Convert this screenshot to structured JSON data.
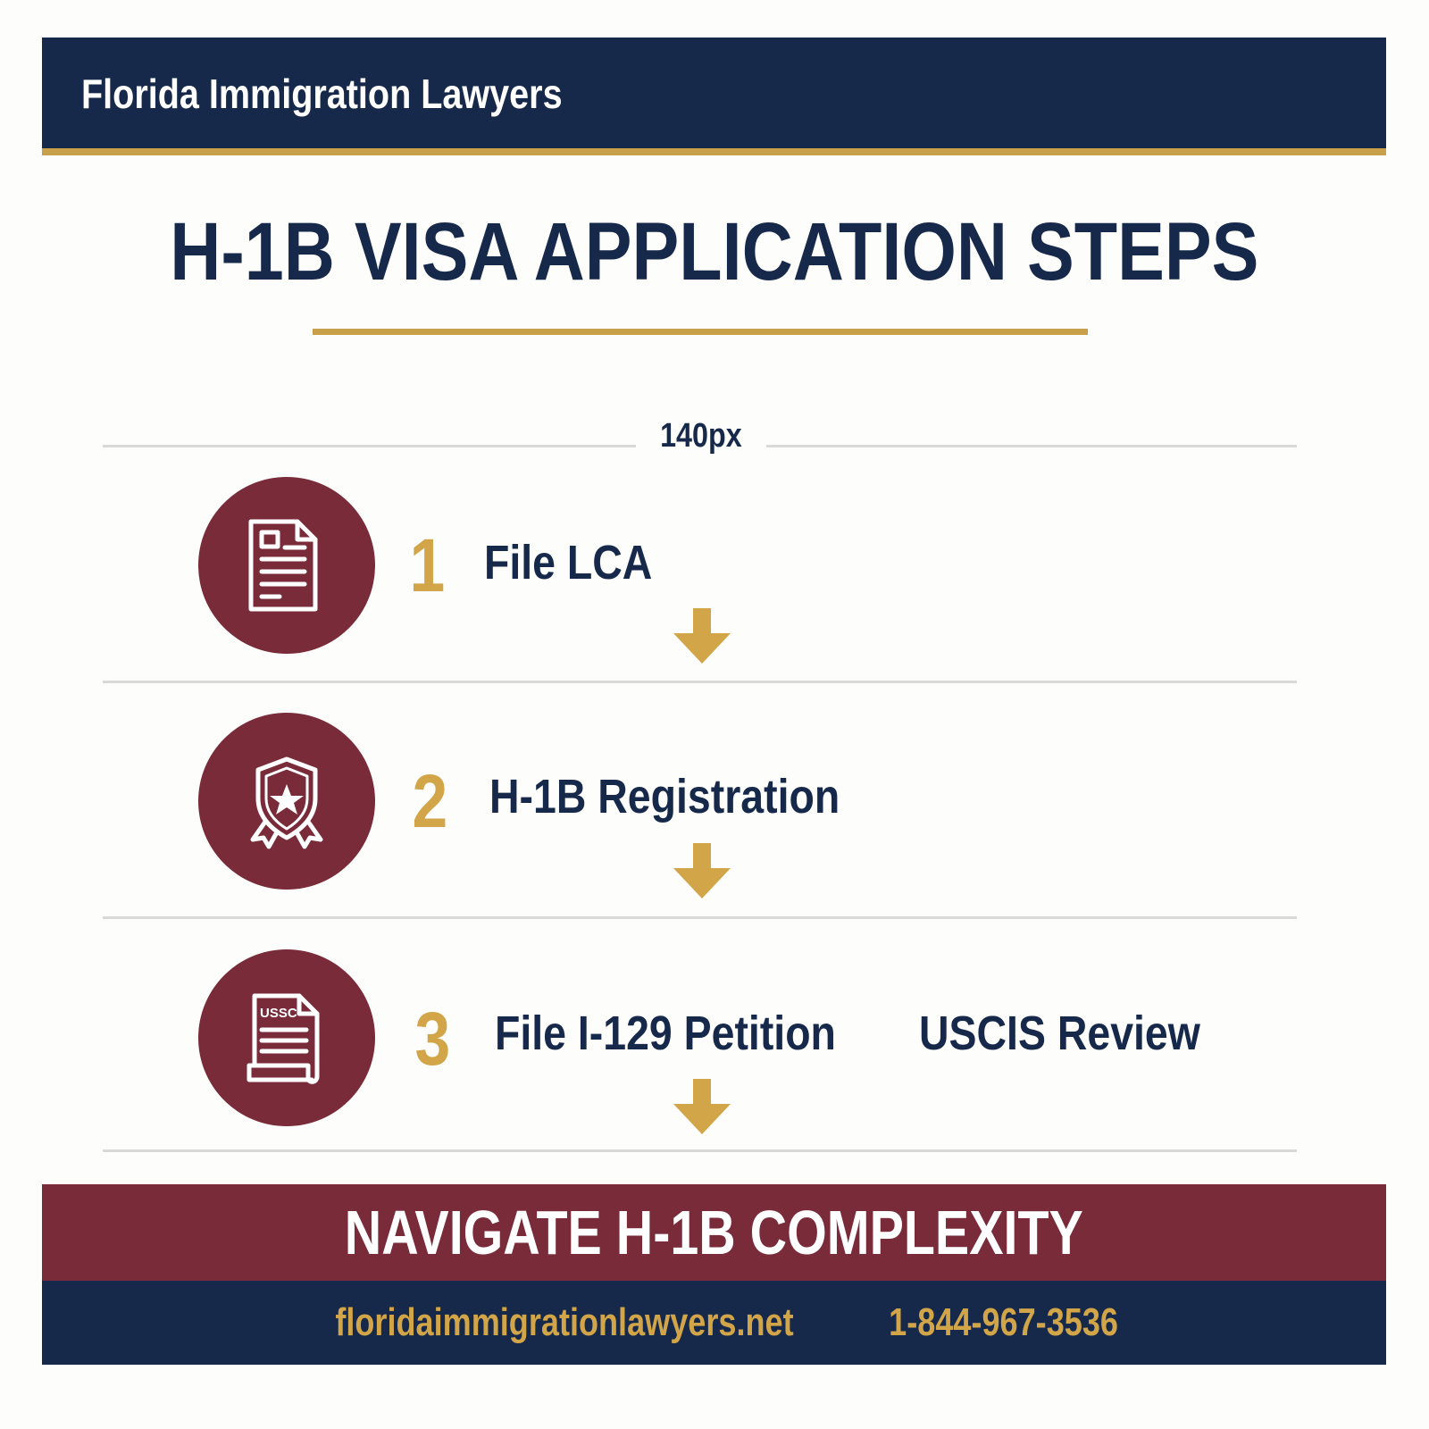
{
  "header": {
    "firm_name": "Florida Immigration Lawyers"
  },
  "title": "H-1B VISA APPLICATION STEPS",
  "dimension_label": "140px",
  "steps": [
    {
      "number": "1",
      "label": "File LCA",
      "icon": "document-icon",
      "arrow": "arrow-down-icon"
    },
    {
      "number": "2",
      "label": "H-1B Registration",
      "icon": "shield-star-badge-icon",
      "arrow": "arrow-down-icon"
    },
    {
      "number": "3",
      "label": "File I-129 Petition",
      "secondary_label": "USCIS Review",
      "icon": "uscis-scroll-document-icon",
      "icon_text": "USSC",
      "arrow": "arrow-down-icon"
    }
  ],
  "cta": {
    "text": "NAVIGATE H-1B COMPLEXITY"
  },
  "contact": {
    "website": "floridaimmigrationlawyers.net",
    "phone": "1-844-967-3536"
  },
  "colors": {
    "navy": "#17294a",
    "gold": "#c9a04a",
    "maroon": "#7a2b3a",
    "divider": "#d9d9d9",
    "background": "#fdfdfc"
  }
}
